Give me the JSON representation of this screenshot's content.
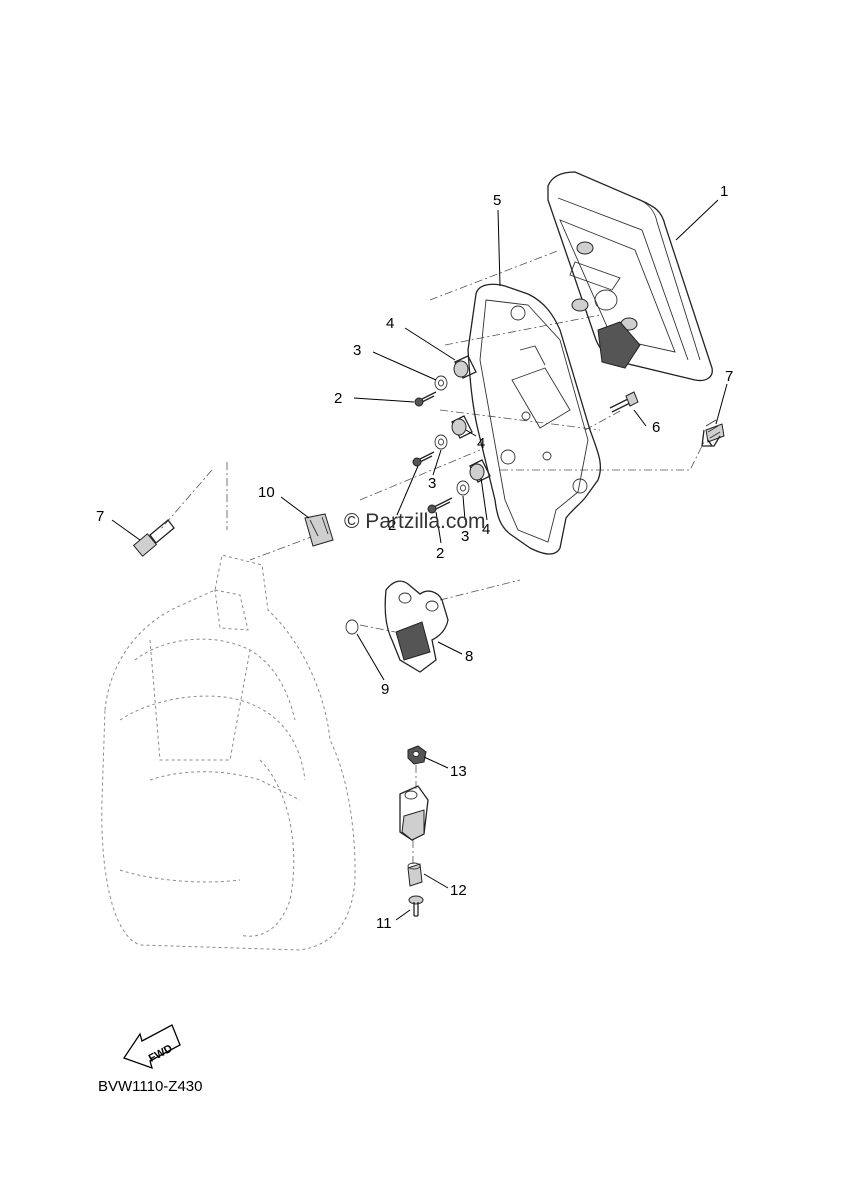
{
  "diagram": {
    "callouts": [
      {
        "id": "c1",
        "text": "1"
      },
      {
        "id": "c5",
        "text": "5"
      },
      {
        "id": "c4a",
        "text": "4"
      },
      {
        "id": "c3a",
        "text": "3"
      },
      {
        "id": "c2a",
        "text": "2"
      },
      {
        "id": "c7r",
        "text": "7"
      },
      {
        "id": "c6",
        "text": "6"
      },
      {
        "id": "c4b",
        "text": "4"
      },
      {
        "id": "c3b",
        "text": "3"
      },
      {
        "id": "c2b",
        "text": "2"
      },
      {
        "id": "c2c",
        "text": "2"
      },
      {
        "id": "c3c",
        "text": "3"
      },
      {
        "id": "c4c",
        "text": "4"
      },
      {
        "id": "c10",
        "text": "10"
      },
      {
        "id": "c7l",
        "text": "7"
      },
      {
        "id": "c8",
        "text": "8"
      },
      {
        "id": "c9",
        "text": "9"
      },
      {
        "id": "c13",
        "text": "13"
      },
      {
        "id": "c12",
        "text": "12"
      },
      {
        "id": "c11",
        "text": "11"
      }
    ],
    "fwd_label": "FWD",
    "watermark": "© Partzilla.com",
    "drawing_code": "BVW1110-Z430"
  }
}
